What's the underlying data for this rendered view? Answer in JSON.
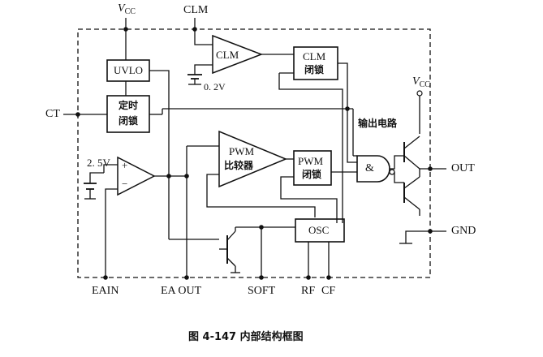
{
  "pins": {
    "vcc_top_main": "V",
    "vcc_top_sub": "CC",
    "clm": "CLM",
    "ct": "CT",
    "eain": "EAIN",
    "ea_out": "EA  OUT",
    "soft": "SOFT",
    "rf": "RF",
    "cf": "CF",
    "out": "OUT",
    "gnd": "GND",
    "vcc_right_main": "V",
    "vcc_right_sub": "CC"
  },
  "blocks": {
    "uvlo": "UVLO",
    "timer_line1": "定时",
    "timer_line2": "闭锁",
    "clm_comp": "CLM",
    "clm_latch_line1": "CLM",
    "clm_latch_line2": "闭锁",
    "pwm_comp_line1": "PWM",
    "pwm_comp_line2": "比较器",
    "pwm_latch_line1": "PWM",
    "pwm_latch_line2": "闭锁",
    "osc": "OSC",
    "and_gate": "&"
  },
  "labels": {
    "ref_0_2v": "0. 2V",
    "ref_2_5v": "2. 5V",
    "output_circuit": "输出电路",
    "plus": "+",
    "minus": "−"
  },
  "caption": "图 4-147   内部结构框图"
}
